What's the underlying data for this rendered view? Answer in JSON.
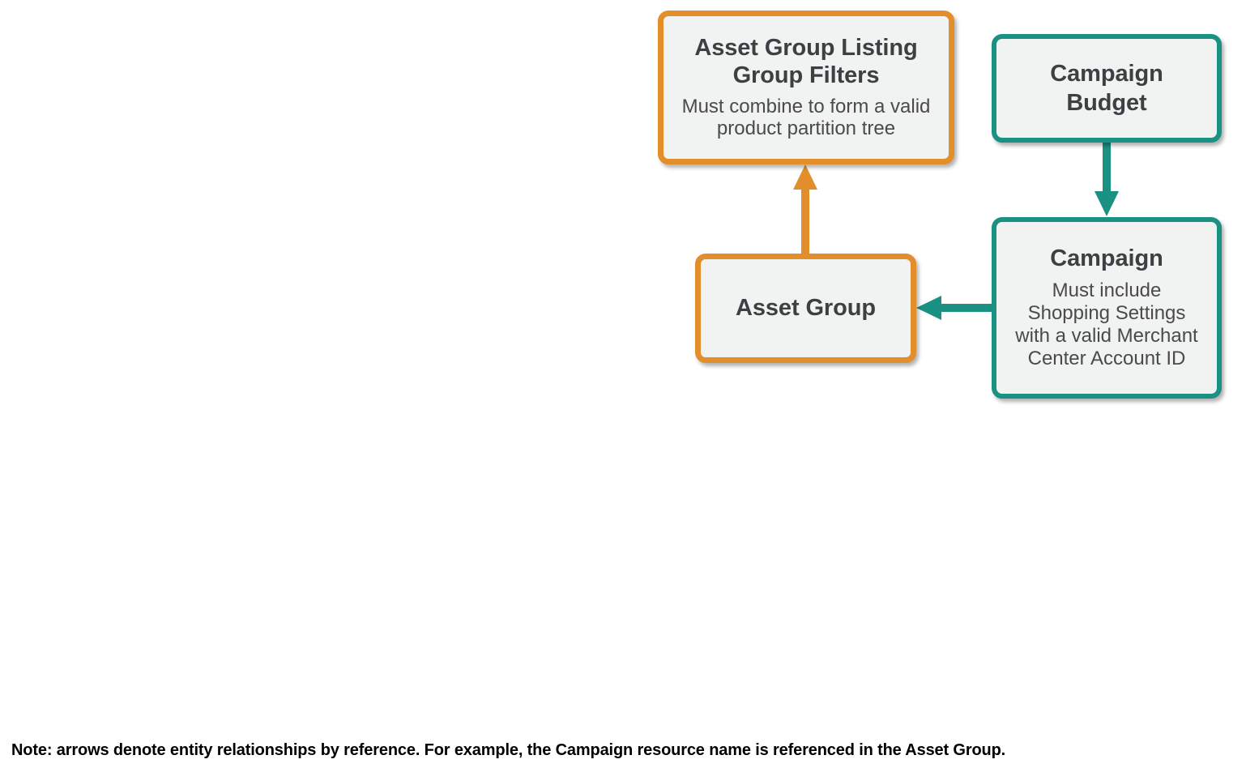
{
  "diagram": {
    "type": "entity-relationship",
    "background": "#ffffff",
    "colors": {
      "orange": "#e28e2b",
      "teal": "#1b9184",
      "node_fill": "#f1f2f2",
      "title_text": "#3d4043",
      "sub_text": "#4a4a4a",
      "note_text": "#000000"
    },
    "nodes": [
      {
        "id": "asset-group-listing-group-filters",
        "title": "Asset Group Listing\nGroup Filters",
        "subtitle": "Must combine to form a valid\nproduct partition tree",
        "accent": "orange"
      },
      {
        "id": "campaign-budget",
        "title": "Campaign\nBudget",
        "subtitle": "",
        "accent": "teal"
      },
      {
        "id": "asset-group",
        "title": "Asset Group",
        "subtitle": "",
        "accent": "orange"
      },
      {
        "id": "campaign",
        "title": "Campaign",
        "subtitle": "Must include\nShopping Settings\nwith a valid Merchant\nCenter Account ID",
        "accent": "teal"
      }
    ],
    "edges": [
      {
        "id": "asset-group-to-listing-group-filters",
        "from": "asset-group",
        "to": "asset-group-listing-group-filters",
        "direction": "up",
        "color": "#e28e2b"
      },
      {
        "id": "campaign-budget-to-campaign",
        "from": "campaign-budget",
        "to": "campaign",
        "direction": "down",
        "color": "#1b9184"
      },
      {
        "id": "campaign-to-asset-group",
        "from": "campaign",
        "to": "asset-group",
        "direction": "left",
        "color": "#1b9184"
      }
    ],
    "note": "Note: arrows denote entity relationships by reference. For example, the Campaign resource name is referenced in the Asset Group."
  }
}
